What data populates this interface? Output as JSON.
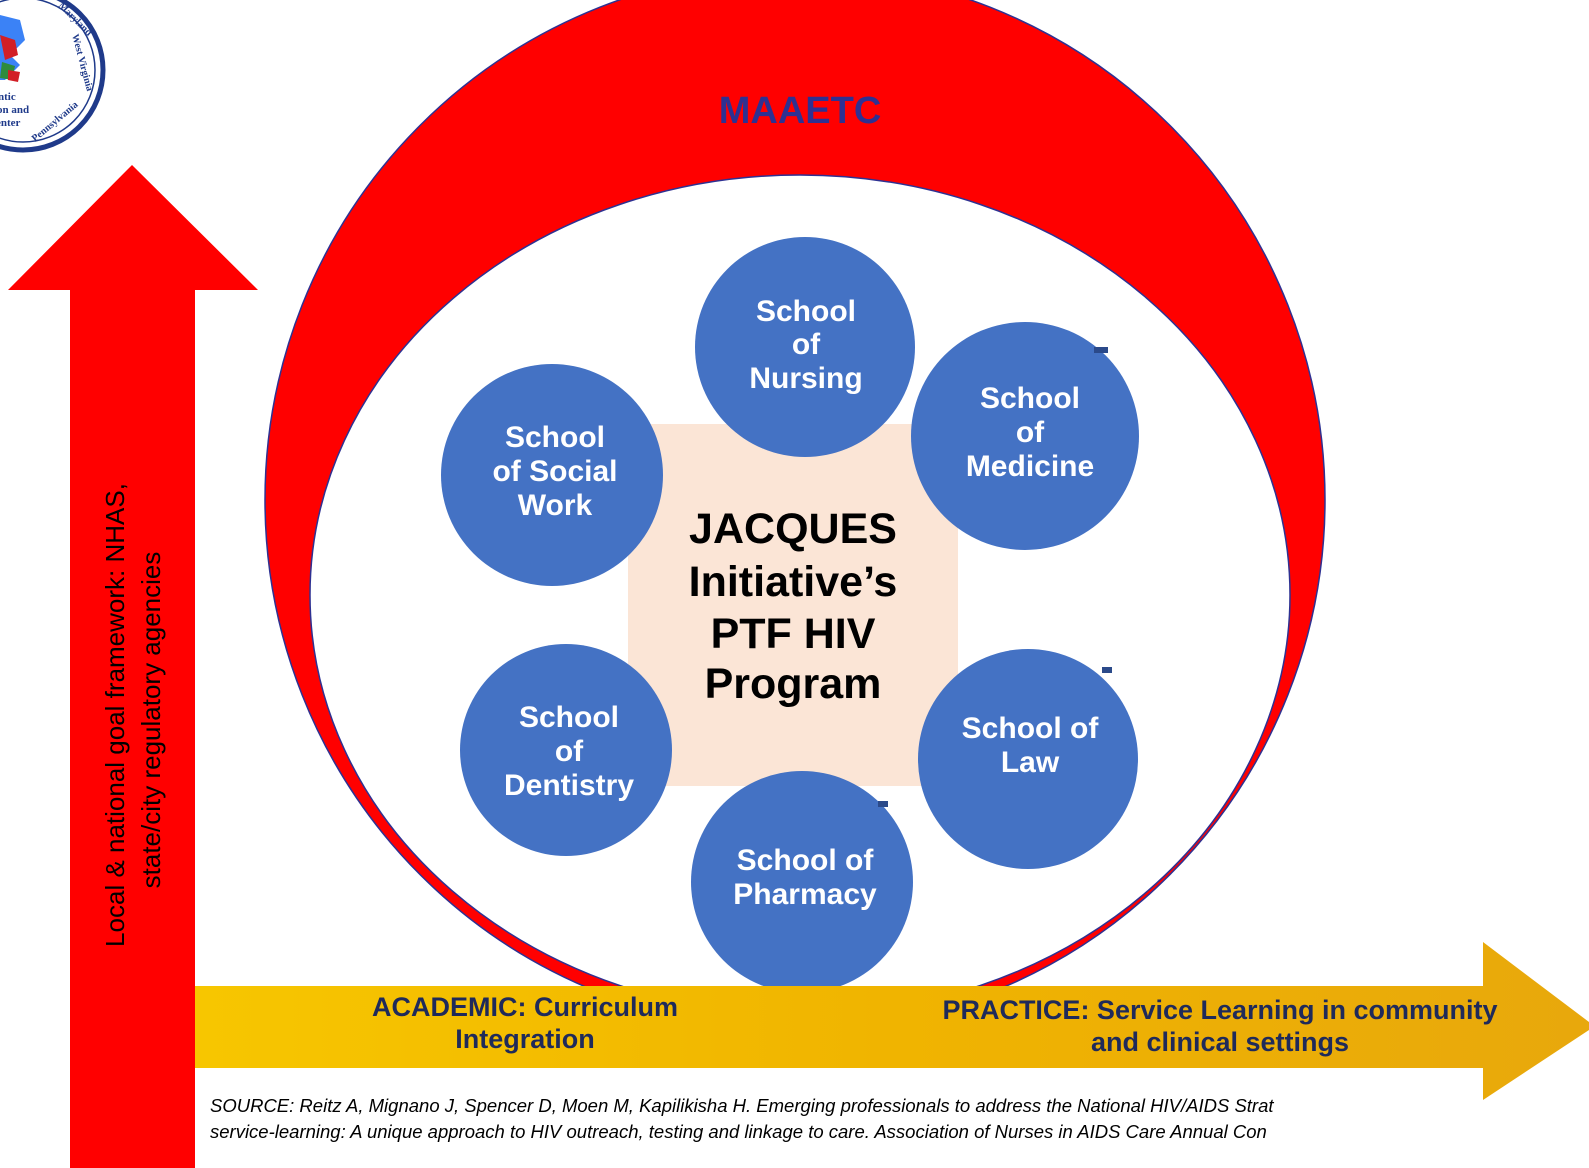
{
  "logo": {
    "text_top": "Maryland",
    "text_right": "West Virginia",
    "text_bottom": "Pennsylvania",
    "text_lines": [
      "ntic",
      "ion and",
      "enter"
    ],
    "colors": {
      "border": "#1F3A8A",
      "fill": "#3B82F6",
      "accent": "#D21F26",
      "green": "#2E8B3D"
    }
  },
  "outer_ring": {
    "label": "MAAETC",
    "color": "#FF0000",
    "label_color": "#2E3192"
  },
  "center_box": {
    "lines": [
      "JACQUES",
      "Initiative’s",
      "PTF HIV",
      "Program"
    ],
    "color": "#FBE5D6"
  },
  "schools": [
    {
      "id": "nursing",
      "lines": [
        "School",
        "of",
        "Nursing"
      ]
    },
    {
      "id": "medicine",
      "lines": [
        "School",
        "of",
        "Medicine"
      ]
    },
    {
      "id": "social-work",
      "lines": [
        "School",
        "of Social",
        "Work"
      ]
    },
    {
      "id": "dentistry",
      "lines": [
        "School",
        "of",
        "Dentistry"
      ]
    },
    {
      "id": "law",
      "lines": [
        "School of",
        "Law"
      ]
    },
    {
      "id": "pharmacy",
      "lines": [
        "School of",
        "Pharmacy"
      ]
    }
  ],
  "school_color": "#4472C4",
  "vertical_arrow": {
    "line1": "Local &  national goal framework: NHAS,",
    "line2": "state/city regulatory agencies",
    "color": "#FF0000"
  },
  "horizontal_arrow": {
    "academic_lines": [
      "ACADEMIC: Curriculum",
      "Integration"
    ],
    "practice_lines": [
      "PRACTICE: Service Learning in community",
      "and clinical settings"
    ],
    "color_start": "#F2B800",
    "color_end": "#E8A80C"
  },
  "source": {
    "line1": "SOURCE: Reitz A, Mignano J, Spencer D, Moen M, Kapilikisha H. Emerging professionals to address the National HIV/AIDS Strat",
    "line2": "service-learning: A unique approach to HIV outreach, testing and linkage to care. Association of Nurses in AIDS Care Annual Con"
  }
}
